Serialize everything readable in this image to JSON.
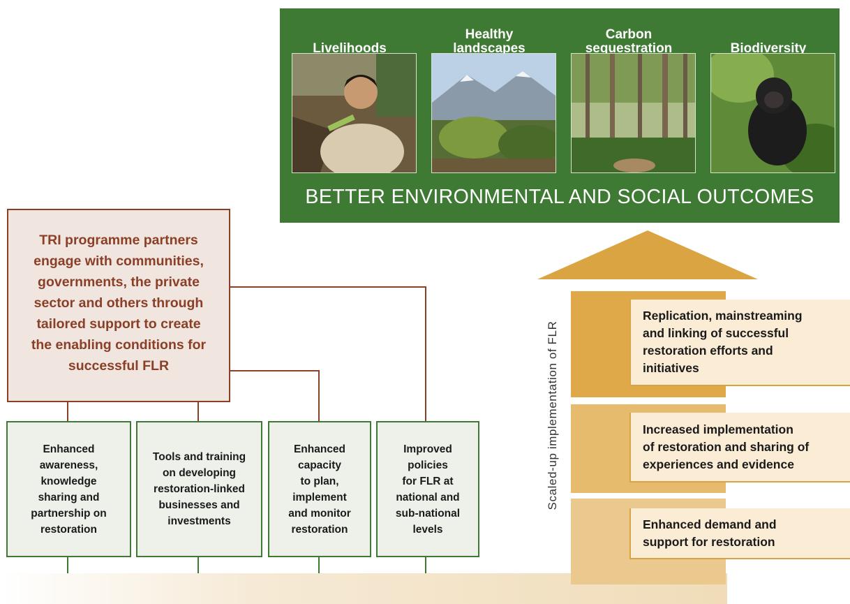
{
  "outcomes": {
    "titles": [
      "Livelihoods",
      "Healthy\nlandscapes",
      "Carbon\nsequestration",
      "Biodiversity"
    ],
    "banner": "BETTER ENVIRONMENTAL AND SOCIAL OUTCOMES"
  },
  "partner": {
    "text": "TRI programme partners\nengage with communities,\ngovernments, the private\nsector and others through\ntailored support to create\nthe enabling conditions for\nsuccessful FLR"
  },
  "supports": [
    "Enhanced\nawareness,\nknowledge\nsharing and\npartnership on\nrestoration",
    "Tools and training\non developing\nrestoration-linked\nbusinesses and\ninvestments",
    "Enhanced\ncapacity\nto plan,\nimplement\nand monitor\nrestoration",
    "Improved\npolicies\nfor FLR at\nnational and\nsub-national\nlevels"
  ],
  "steps": [
    "Replication, mainstreaming\nand linking of successful\nrestoration efforts and\ninitiatives",
    "Increased implementation\nof restoration and sharing of\nexperiences and evidence",
    "Enhanced demand and\nsupport for restoration"
  ],
  "scale_label": "Scaled-up implementation of FLR",
  "colors": {
    "green": "#3f7a35",
    "brown": "#8a3f27",
    "gold": "#d9a441"
  }
}
